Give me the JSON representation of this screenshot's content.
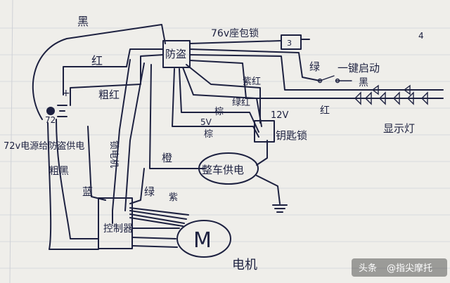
{
  "labels": {
    "black_top": "黑",
    "red_left": "红",
    "anti_theft": "防盗",
    "seat_lock_76v": "76v座包锁",
    "box_3": "3",
    "page_mark": "4",
    "green": "绿",
    "one_key_start": "一键启动",
    "black_right": "黑",
    "coarse_red": "粗红",
    "purple_red": "紫红",
    "green_red": "绿红",
    "brown_1": "棕",
    "v12_lock": "12V",
    "key_lock": "钥匙锁",
    "red_lamp": "红",
    "display_lamp": "显示灯",
    "v5": "5V",
    "brown_2": "棕",
    "plus": "+",
    "battery_72": "72",
    "battery_72_supply": "72v电源给防盗供电",
    "coarse_black": "粗黑",
    "lock_machine": "锁电机",
    "orange": "橙",
    "whole_vehicle_power": "整车供电",
    "blue": "蓝",
    "green_2": "绿",
    "purple": "紫",
    "controller": "控制器",
    "motor_symbol": "M",
    "motor": "电机"
  },
  "watermark": {
    "brand": "头条",
    "handle": "@指尖摩托"
  },
  "colors": {
    "paper": "#efeeea",
    "ink": "#1d2140",
    "grid": "#d7d9de"
  }
}
